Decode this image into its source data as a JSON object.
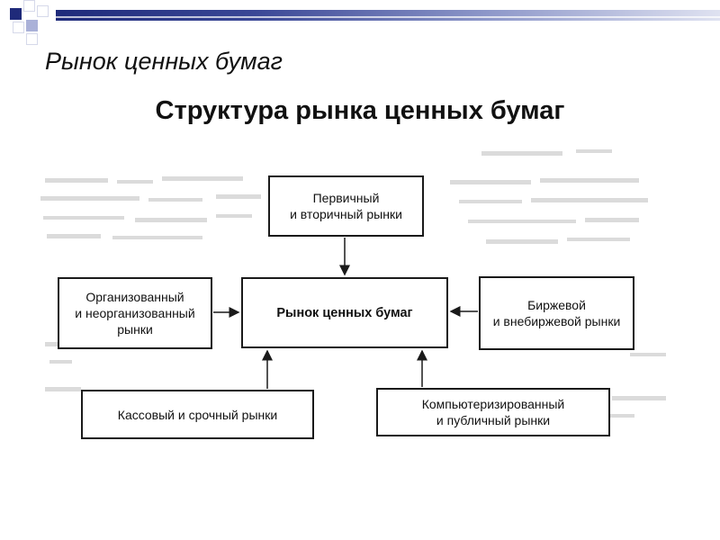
{
  "slide": {
    "title": "Рынок ценных бумаг",
    "subtitle": "Структура рынка ценных бумаг"
  },
  "diagram": {
    "center": "Рынок ценных бумаг",
    "top": "Первичный\nи вторичный рынки",
    "left": "Организованный\nи неорганизованный\nрынки",
    "right": "Биржевой\nи внебиржевой рынки",
    "bottom_left": "Кассовый и срочный рынки",
    "bottom_right": "Компьютеризированный\nи публичный рынки"
  },
  "colors": {
    "accent_dark": "#1f2a7a",
    "accent_light": "#aab1d8"
  }
}
